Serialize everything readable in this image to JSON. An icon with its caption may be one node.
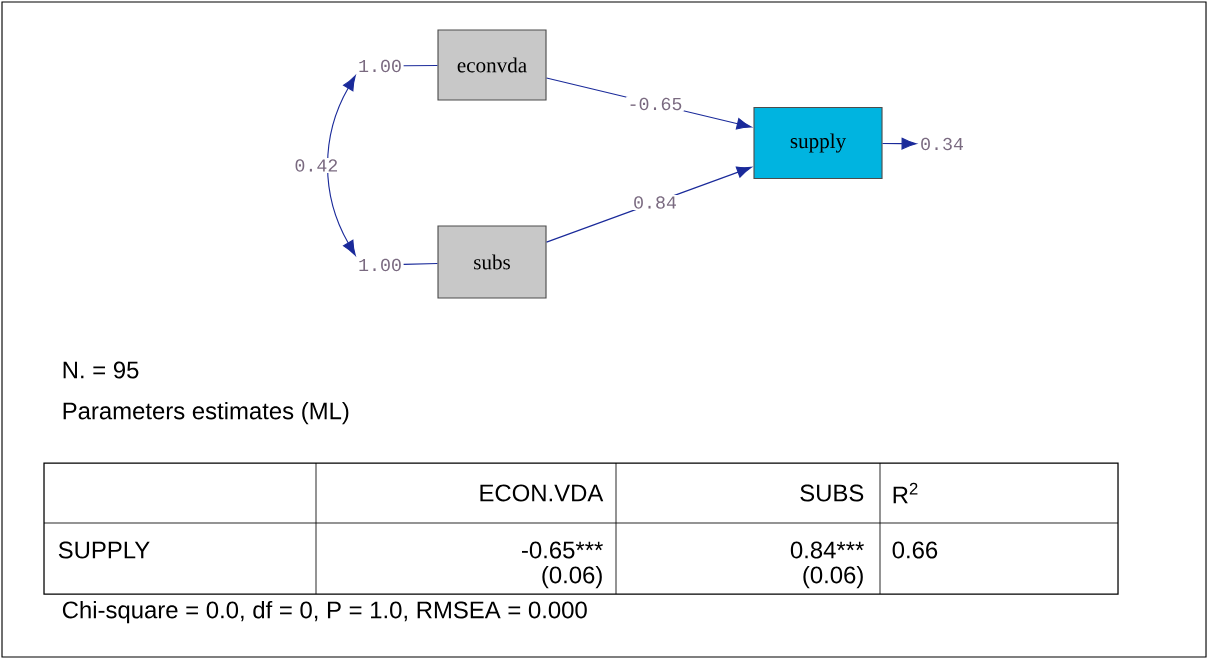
{
  "diagram": {
    "nodes": [
      {
        "text": [
          "econvda"
        ]
      },
      {
        "text": [
          "subs"
        ]
      },
      {
        "text": [
          "supply"
        ]
      },
      {
        "text": [
          "1.00"
        ]
      },
      {
        "text": [
          "1.00"
        ]
      },
      {
        "text": [
          "0.34"
        ]
      }
    ],
    "edges": [
      {
        "from": 0,
        "to": 2,
        "arrow": "to",
        "label": "-0.65"
      },
      {
        "from": 1,
        "to": 2,
        "arrow": "to",
        "label": "0.84"
      },
      {
        "from": 3,
        "to": 0,
        "arrow": "none"
      },
      {
        "from": 4,
        "to": 1,
        "arrow": "none"
      },
      {
        "from": 3,
        "to": 4,
        "arrow": "both",
        "label": "0.42"
      },
      {
        "from": 2,
        "to": 5,
        "arrow": "to"
      }
    ],
    "labels": [
      "N. = 95",
      "Parameters estimates (ML)",
      "ECON.VDA",
      "SUBS",
      "R$^{2}$",
      "SUPPLY",
      "-0.65***",
      "0.84***",
      "0.66",
      "(0.06)",
      "(0.06)",
      "Chi-square = 0.0, df = 0, P = 1.0, RMSEA = 0.000"
    ]
  }
}
